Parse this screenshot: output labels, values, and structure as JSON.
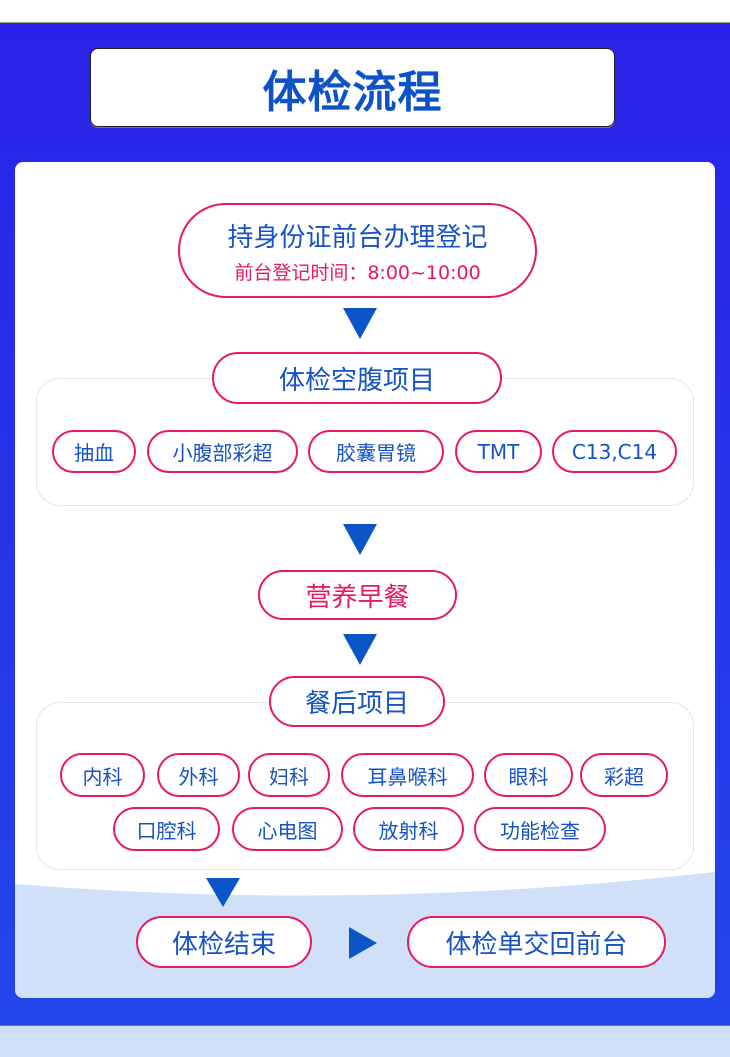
{
  "title": "体检流程",
  "step1": {
    "label": "持身份证前台办理登记",
    "time": "前台登记时间：8:00~10:00"
  },
  "fasting": {
    "header": "体检空腹项目",
    "items": [
      "抽血",
      "小腹部彩超",
      "胶囊胃镜",
      "TMT",
      "C13,C14"
    ]
  },
  "breakfast": "营养早餐",
  "after_meal": {
    "header": "餐后项目",
    "items": [
      "内科",
      "外科",
      "妇科",
      "耳鼻喉科",
      "眼科",
      "彩超",
      "口腔科",
      "心电图",
      "放射科",
      "功能检查"
    ]
  },
  "end": "体检结束",
  "return": "体检单交回前台",
  "colors": {
    "blue": "#0c55c8",
    "red": "#e8195f",
    "bg": "#2a22e8",
    "light": "#cfe0f8"
  }
}
